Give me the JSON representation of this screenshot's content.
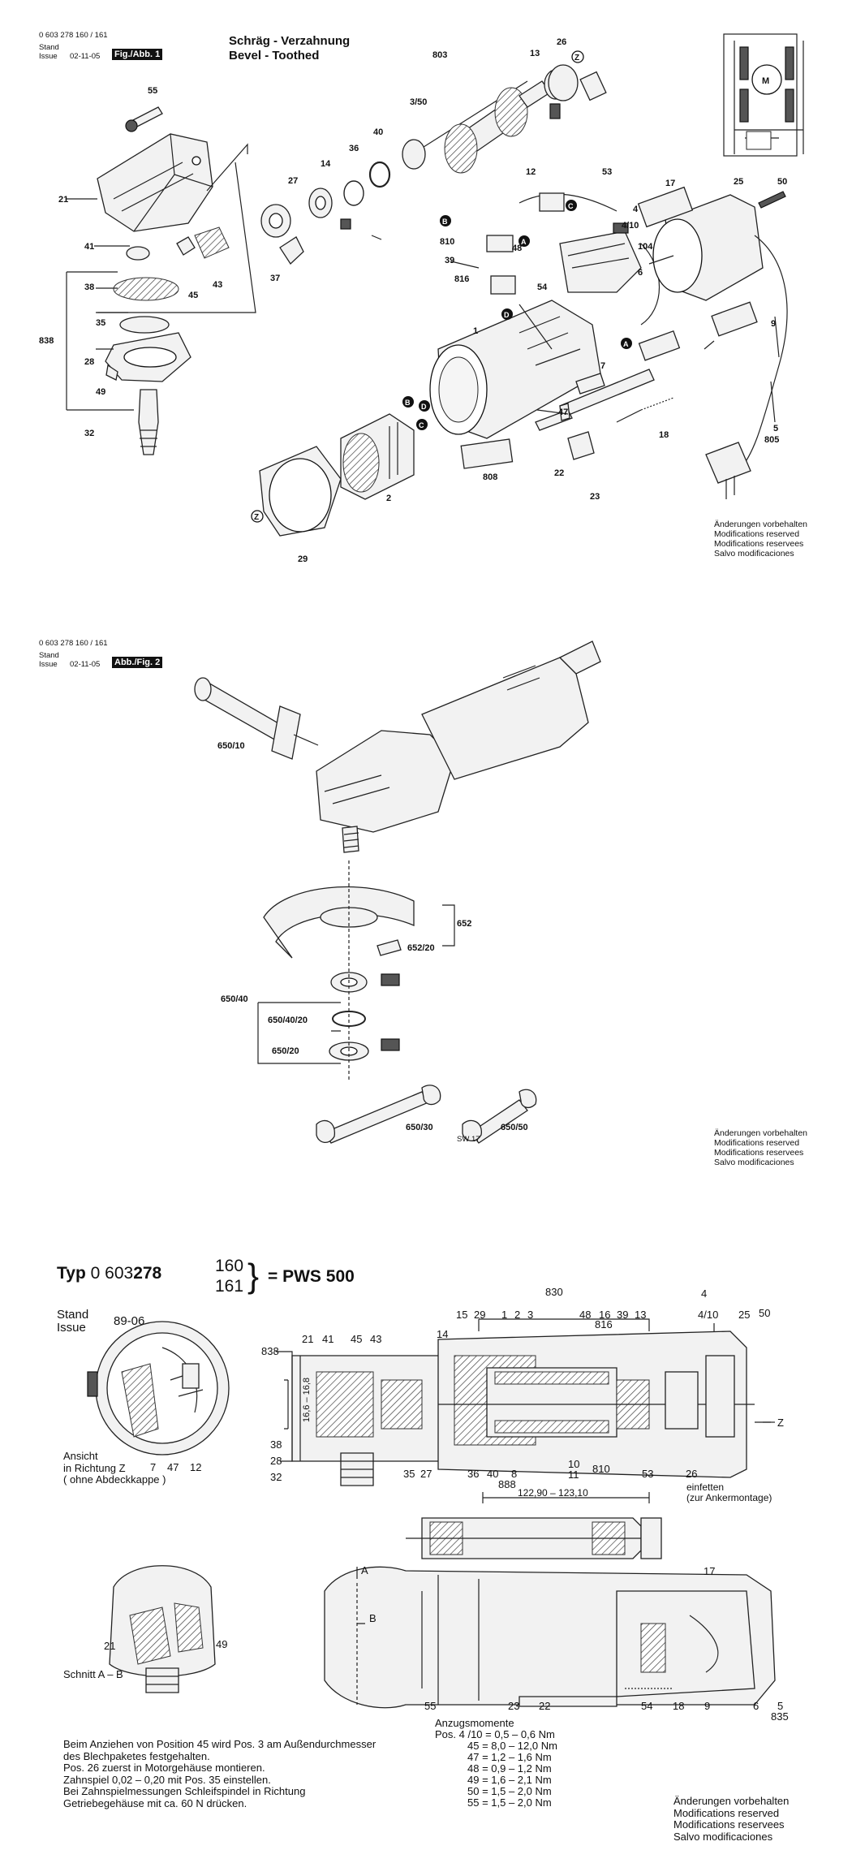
{
  "sheet1": {
    "doc_number": "0 603 278 160 / 161",
    "stand": "Stand",
    "issue": "Issue",
    "date": "02-11-05",
    "fig_label": "Fig./Abb. 1",
    "title_de": "Schräg - Verzahnung",
    "title_en": "Bevel - Toothed",
    "disclaimer": [
      "Änderungen vorbehalten",
      "Modifications reserved",
      "Modifications reservees",
      "Salvo modificaciones"
    ],
    "motor_symbol": "M",
    "part_labels": [
      "55",
      "21",
      "41",
      "38",
      "838",
      "35",
      "28",
      "49",
      "32",
      "45",
      "43",
      "37",
      "27",
      "14",
      "36",
      "40",
      "803",
      "3/50",
      "13",
      "26",
      "12",
      "53",
      "4",
      "4/10",
      "17",
      "25",
      "50",
      "810",
      "39",
      "816",
      "48",
      "104",
      "6",
      "54",
      "1",
      "2",
      "7",
      "47",
      "18",
      "22",
      "23",
      "808",
      "29",
      "9",
      "5",
      "805"
    ],
    "markers": [
      "A",
      "B",
      "C",
      "D",
      "Z"
    ]
  },
  "sheet2": {
    "doc_number": "0 603 278 160 / 161",
    "stand": "Stand",
    "issue": "Issue",
    "date": "02-11-05",
    "fig_label": "Abb./Fig. 2",
    "part_labels": [
      "650/10",
      "652",
      "652/20",
      "650/40",
      "650/40/20",
      "650/20",
      "650/30",
      "650/50",
      "SW 17"
    ],
    "disclaimer": [
      "Änderungen vorbehalten",
      "Modifications reserved",
      "Modifications reservees",
      "Salvo modificaciones"
    ]
  },
  "sheet3": {
    "typ_prefix": "Typ",
    "typ_base": "0 603",
    "typ_bold": "278",
    "variant_a": "160",
    "variant_b": "161",
    "model": "= PWS 500",
    "stand": "Stand",
    "issue": "Issue",
    "stand_value": "89-06",
    "view_caption": [
      "Ansicht",
      "in Richtung Z",
      "( ohne Abdeckkappe )"
    ],
    "section_caption": "Schnitt A – B",
    "dimension_1": "16,6 – 16,8",
    "dimension_2": "122,90 – 123,10",
    "grease_note": [
      "einfetten",
      "(zur Ankermontage)"
    ],
    "part_labels_top": [
      "830",
      "4",
      "15",
      "29",
      "1",
      "2",
      "3",
      "48",
      "16",
      "816",
      "39",
      "13",
      "4/10",
      "25",
      "50",
      "838",
      "21",
      "41",
      "45",
      "43",
      "14",
      "38",
      "28",
      "32",
      "35",
      "27",
      "36",
      "40",
      "8",
      "888",
      "10",
      "11",
      "810",
      "53",
      "26",
      "7",
      "47",
      "12",
      "Z"
    ],
    "part_labels_bottom": [
      "A",
      "B",
      "17",
      "21",
      "49",
      "55",
      "23",
      "22",
      "54",
      "18",
      "9",
      "6",
      "5",
      "835"
    ],
    "instruction_notes": [
      "Beim Anziehen von Position 45 wird Pos. 3 am Außendurchmesser",
      "des Blechpaketes festgehalten.",
      "Pos. 26 zuerst in Motorgehäuse montieren.",
      "Zahnspiel 0,02 – 0,20 mit Pos. 35 einstellen.",
      "Bei Zahnspielmessungen Schleifspindel in Richtung",
      "Getriebegehäuse mit ca. 60 N drücken."
    ],
    "torque_title": "Anzugsmomente",
    "torque_rows": [
      "Pos.  4 /10 = 0,5  –   0,6 Nm",
      "45 = 8,0 – 12,0 Nm",
      "47 = 1,2  –   1,6 Nm",
      "48 = 0,9  –   1,2 Nm",
      "49 = 1,6  –   2,1 Nm",
      "50 = 1,5  –   2,0 Nm",
      "55 = 1,5  –   2,0 Nm"
    ],
    "disclaimer": [
      "Änderungen vorbehalten",
      "Modifications reserved",
      "Modifications reservees",
      "Salvo modificaciones"
    ]
  }
}
